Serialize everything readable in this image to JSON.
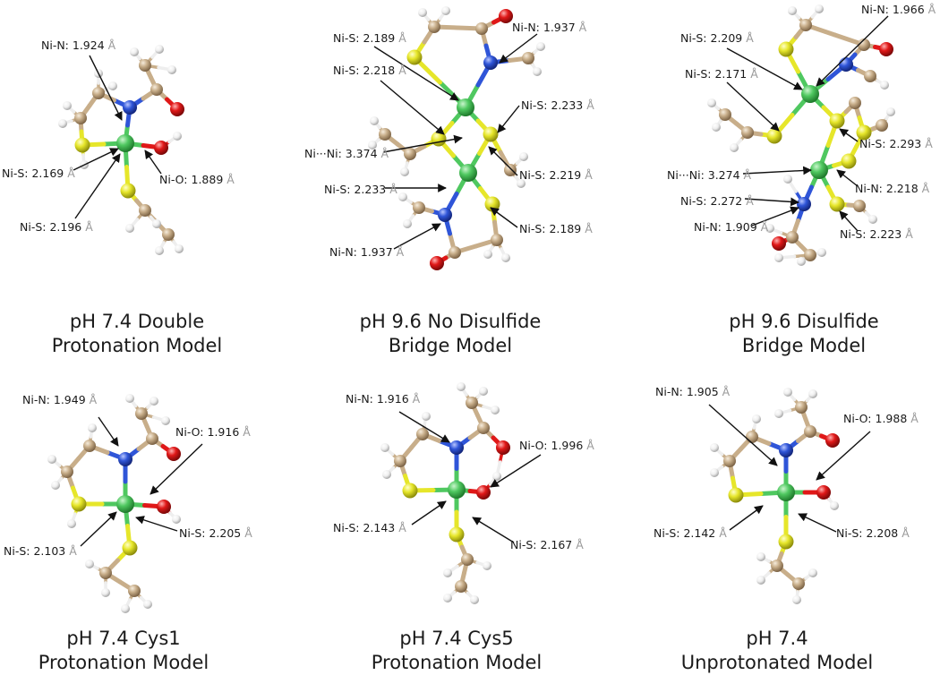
{
  "colors": {
    "nickel": "#4fc860",
    "nitrogen": "#2f55d8",
    "sulfur": "#e6e62a",
    "oxygen": "#e01818",
    "carbon": "#c8ae8a",
    "hydrogen": "#f2f2f2",
    "arrow": "#111111",
    "text": "#1a1a1a",
    "unit": "#9a9a9a"
  },
  "panels": [
    {
      "id": "p1",
      "title": [
        "pH 7.4 Double",
        "Protonation Model"
      ],
      "labels": [
        {
          "text": "Ni-N: 1.924",
          "unit": "Å"
        },
        {
          "text": "Ni-S: 2.169",
          "unit": "Å"
        },
        {
          "text": "Ni-O: 1.889",
          "unit": "Å"
        },
        {
          "text": "Ni-S: 2.196",
          "unit": "Å"
        }
      ]
    },
    {
      "id": "p2",
      "title": [
        "pH 9.6 No Disulfide",
        "Bridge Model"
      ],
      "labels": [
        {
          "text": "Ni-S: 2.189",
          "unit": "Å"
        },
        {
          "text": "Ni-N: 1.937",
          "unit": "Å"
        },
        {
          "text": "Ni-S: 2.218",
          "unit": "Å"
        },
        {
          "text": "Ni-S: 2.233",
          "unit": "Å"
        },
        {
          "text": "Ni···Ni: 3.374",
          "unit": "Å"
        },
        {
          "text": "Ni-S: 2.219",
          "unit": "Å"
        },
        {
          "text": "Ni-S: 2.233",
          "unit": "Å"
        },
        {
          "text": "Ni-S: 2.189",
          "unit": "Å"
        },
        {
          "text": "Ni-N: 1.937",
          "unit": "Å"
        }
      ]
    },
    {
      "id": "p3",
      "title": [
        "pH 9.6 Disulfide",
        "Bridge Model"
      ],
      "labels": [
        {
          "text": "Ni-N: 1.966",
          "unit": "Å"
        },
        {
          "text": "Ni-S: 2.209",
          "unit": "Å"
        },
        {
          "text": "Ni-S: 2.171",
          "unit": "Å"
        },
        {
          "text": "Ni-S: 2.293",
          "unit": "Å"
        },
        {
          "text": "Ni···Ni: 3.274",
          "unit": "Å"
        },
        {
          "text": "Ni-N: 2.218",
          "unit": "Å"
        },
        {
          "text": "Ni-S: 2.272",
          "unit": "Å"
        },
        {
          "text": "Ni-N: 1.909",
          "unit": "Å"
        },
        {
          "text": "Ni-S: 2.223",
          "unit": "Å"
        }
      ]
    },
    {
      "id": "p4",
      "title": [
        "pH 7.4 Cys1",
        "Protonation Model"
      ],
      "labels": [
        {
          "text": "Ni-N: 1.949",
          "unit": "Å"
        },
        {
          "text": "Ni-O: 1.916",
          "unit": "Å"
        },
        {
          "text": "Ni-S: 2.205",
          "unit": "Å"
        },
        {
          "text": "Ni-S: 2.103",
          "unit": "Å"
        }
      ]
    },
    {
      "id": "p5",
      "title": [
        "pH 7.4 Cys5",
        "Protonation Model"
      ],
      "labels": [
        {
          "text": "Ni-N: 1.916",
          "unit": "Å"
        },
        {
          "text": "Ni-O: 1.996",
          "unit": "Å"
        },
        {
          "text": "Ni-S: 2.143",
          "unit": "Å"
        },
        {
          "text": "Ni-S: 2.167",
          "unit": "Å"
        }
      ]
    },
    {
      "id": "p6",
      "title": [
        "pH 7.4",
        "Unprotonated Model"
      ],
      "labels": [
        {
          "text": "Ni-N: 1.905",
          "unit": "Å"
        },
        {
          "text": "Ni-O: 1.988",
          "unit": "Å"
        },
        {
          "text": "Ni-S: 2.142",
          "unit": "Å"
        },
        {
          "text": "Ni-S: 2.208",
          "unit": "Å"
        }
      ]
    }
  ]
}
